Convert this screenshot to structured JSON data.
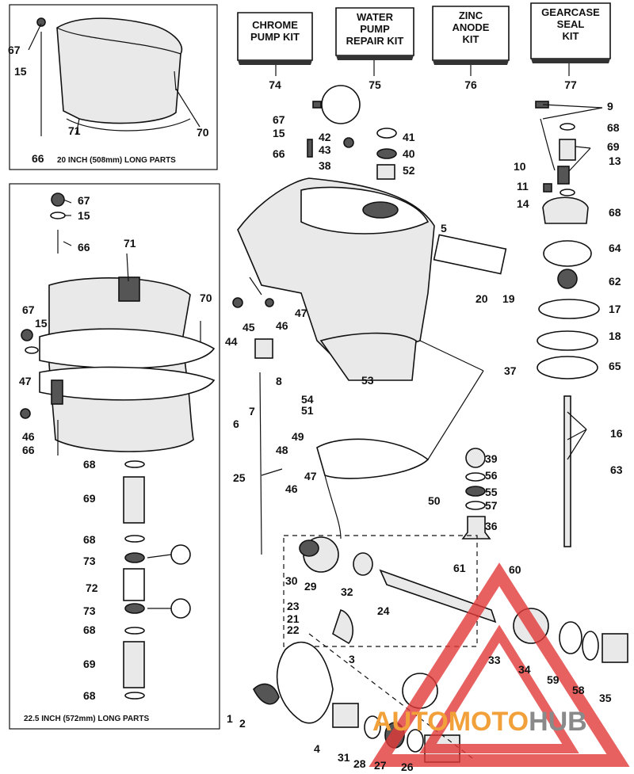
{
  "kits": [
    {
      "id": "74",
      "lines": [
        "CHROME",
        "PUMP KIT"
      ]
    },
    {
      "id": "75",
      "lines": [
        "WATER",
        "PUMP",
        "REPAIR KIT"
      ]
    },
    {
      "id": "76",
      "lines": [
        "ZINC",
        "ANODE",
        "KIT"
      ]
    },
    {
      "id": "77",
      "lines": [
        "GEARCASE",
        "SEAL",
        "KIT"
      ]
    }
  ],
  "captions": {
    "box_20": "20 INCH (508mm) LONG PARTS",
    "box_225": "22.5 INCH (572mm) LONG PARTS"
  },
  "labels": [
    {
      "t": "67"
    },
    {
      "t": "15"
    },
    {
      "t": "71"
    },
    {
      "t": "70"
    },
    {
      "t": "66"
    },
    {
      "t": "67"
    },
    {
      "t": "15"
    },
    {
      "t": "66"
    },
    {
      "t": "71"
    },
    {
      "t": "70"
    },
    {
      "t": "67"
    },
    {
      "t": "15"
    },
    {
      "t": "47"
    },
    {
      "t": "46"
    },
    {
      "t": "66"
    },
    {
      "t": "68"
    },
    {
      "t": "69"
    },
    {
      "t": "68"
    },
    {
      "t": "73"
    },
    {
      "t": "72"
    },
    {
      "t": "73"
    },
    {
      "t": "68"
    },
    {
      "t": "69"
    },
    {
      "t": "68"
    },
    {
      "t": "67"
    },
    {
      "t": "15"
    },
    {
      "t": "66"
    },
    {
      "t": "42"
    },
    {
      "t": "43"
    },
    {
      "t": "38"
    },
    {
      "t": "41"
    },
    {
      "t": "40"
    },
    {
      "t": "52"
    },
    {
      "t": "5"
    },
    {
      "t": "20"
    },
    {
      "t": "19"
    },
    {
      "t": "44"
    },
    {
      "t": "45"
    },
    {
      "t": "46"
    },
    {
      "t": "47"
    },
    {
      "t": "8"
    },
    {
      "t": "6"
    },
    {
      "t": "7"
    },
    {
      "t": "53"
    },
    {
      "t": "37"
    },
    {
      "t": "54"
    },
    {
      "t": "51"
    },
    {
      "t": "49"
    },
    {
      "t": "48"
    },
    {
      "t": "47"
    },
    {
      "t": "46"
    },
    {
      "t": "25"
    },
    {
      "t": "50"
    },
    {
      "t": "9"
    },
    {
      "t": "68"
    },
    {
      "t": "69"
    },
    {
      "t": "10"
    },
    {
      "t": "13"
    },
    {
      "t": "11"
    },
    {
      "t": "14"
    },
    {
      "t": "68"
    },
    {
      "t": "64"
    },
    {
      "t": "62"
    },
    {
      "t": "17"
    },
    {
      "t": "18"
    },
    {
      "t": "65"
    },
    {
      "t": "16"
    },
    {
      "t": "63"
    },
    {
      "t": "39"
    },
    {
      "t": "56"
    },
    {
      "t": "55"
    },
    {
      "t": "57"
    },
    {
      "t": "36"
    },
    {
      "t": "61"
    },
    {
      "t": "60"
    },
    {
      "t": "30"
    },
    {
      "t": "29"
    },
    {
      "t": "32"
    },
    {
      "t": "24"
    },
    {
      "t": "23"
    },
    {
      "t": "21"
    },
    {
      "t": "22"
    },
    {
      "t": "33"
    },
    {
      "t": "34"
    },
    {
      "t": "59"
    },
    {
      "t": "58"
    },
    {
      "t": "35"
    },
    {
      "t": "3"
    },
    {
      "t": "1"
    },
    {
      "t": "2"
    },
    {
      "t": "4"
    },
    {
      "t": "31"
    },
    {
      "t": "28"
    },
    {
      "t": "27"
    },
    {
      "t": "26"
    }
  ],
  "watermark": {
    "part1": "AUTOMOTO",
    "part2": "HUB"
  },
  "colors": {
    "ink": "#111111",
    "watermark_red": "#e23a3a",
    "watermark_orange": "#f2a13a",
    "watermark_gray": "#8a8a8a"
  }
}
